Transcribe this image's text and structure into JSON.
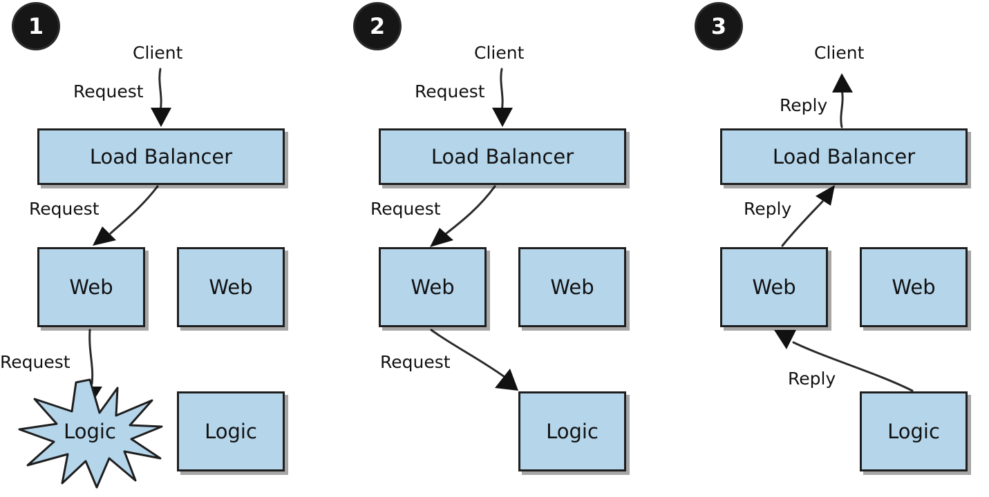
{
  "panels": [
    {
      "step": "1",
      "client": "Client",
      "load_balancer": "Load Balancer",
      "web": [
        "Web",
        "Web"
      ],
      "logic": [
        "Logic",
        "Logic"
      ],
      "labels": {
        "client_to_lb": "Request",
        "lb_to_web": "Request",
        "web_to_logic": "Request"
      }
    },
    {
      "step": "2",
      "client": "Client",
      "load_balancer": "Load Balancer",
      "web": [
        "Web",
        "Web"
      ],
      "logic": [
        "Logic"
      ],
      "labels": {
        "client_to_lb": "Request",
        "lb_to_web": "Request",
        "web_to_logic": "Request"
      }
    },
    {
      "step": "3",
      "client": "Client",
      "load_balancer": "Load Balancer",
      "web": [
        "Web",
        "Web"
      ],
      "logic": [
        "Logic"
      ],
      "labels": {
        "lb_to_client": "Reply",
        "web_to_lb": "Reply",
        "logic_to_web": "Reply"
      }
    }
  ],
  "colors": {
    "box_fill": "#b4d5ea",
    "outline": "#1e1e1e",
    "badge": "#161616"
  }
}
